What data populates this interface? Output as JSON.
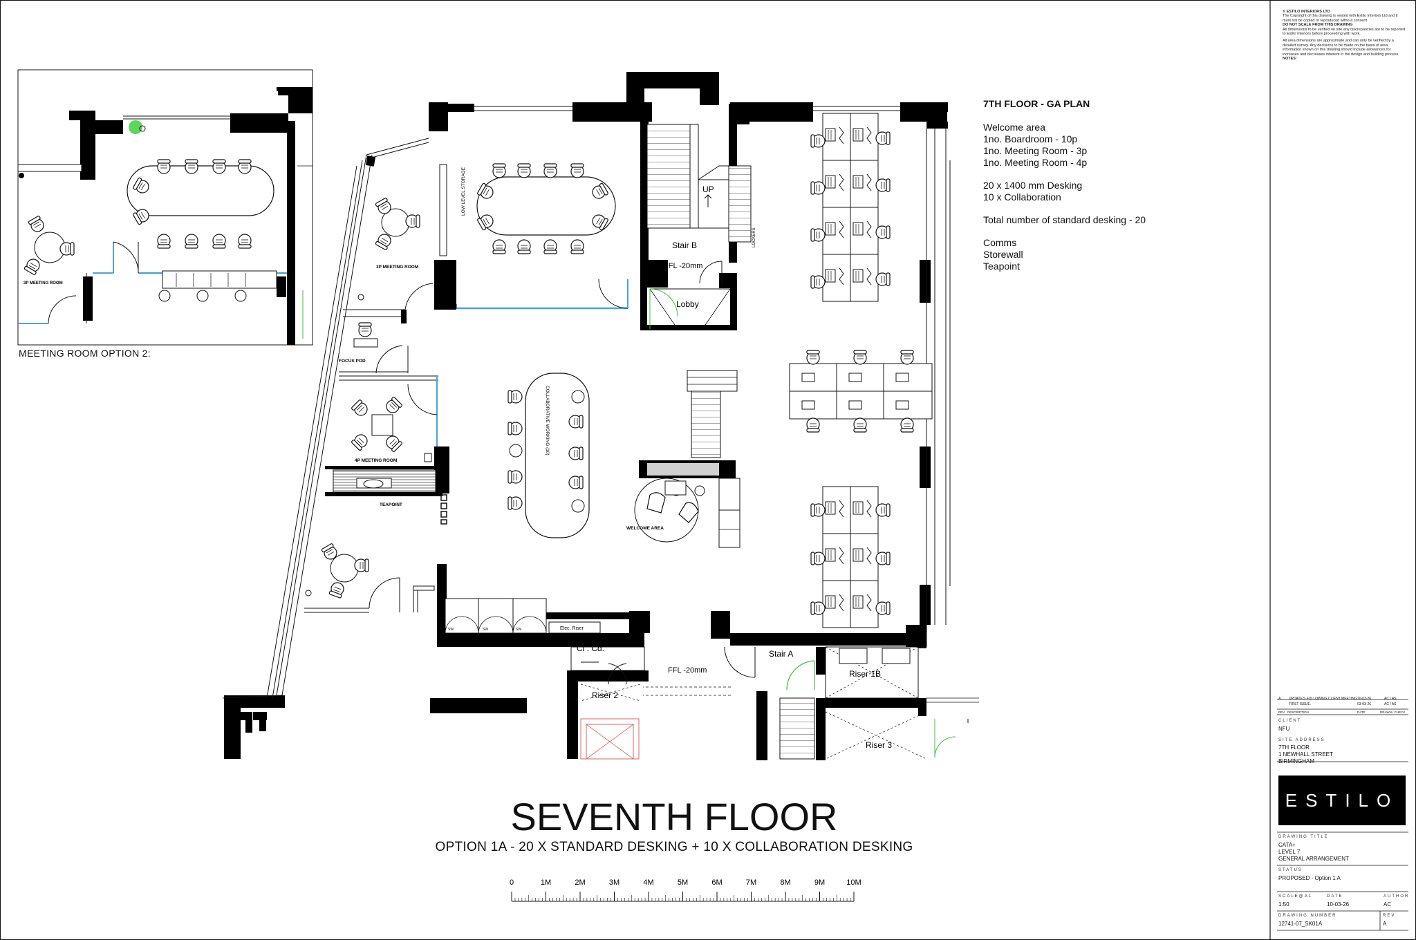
{
  "drawing": {
    "main_title": "SEVENTH FLOOR",
    "subtitle": "OPTION 1A - 20 X STANDARD DESKING + 10 X COLLABORATION DESKING",
    "inset_caption": "MEETING ROOM OPTION 2:"
  },
  "summary": {
    "heading": "7TH FLOOR - GA PLAN",
    "lines_group1": [
      "Welcome area",
      "1no. Boardroom - 10p",
      "1no. Meeting Room - 3p",
      "1no. Meeting Room - 4p"
    ],
    "lines_group2": [
      "20 x 1400 mm Desking",
      "10 x Collaboration"
    ],
    "lines_group3": [
      "Total number of standard desking - 20"
    ],
    "lines_group4": [
      "Comms",
      "Storewall",
      "Teapoint"
    ]
  },
  "room_labels": {
    "stair_b": "Stair B",
    "up": "UP",
    "ffl_top": "FFL -20mm",
    "lobby": "Lobby",
    "lockers": "LOCKERS",
    "low_level_storage": "LOW LEVEL STORAGE",
    "meeting_3p": "3P MEETING ROOM",
    "focus_pod": "FOCUS POD",
    "meeting_4p": "4P MEETING ROOM",
    "teapoint": "TEAPOINT",
    "collab": "COLLABORATIVE WORKING (10)",
    "welcome_area": "WELCOME AREA",
    "elec_riser": "Elec. Riser",
    "cl_cd": "Cl . Cd.",
    "ffl_bottom": "FFL -20mm",
    "stair_a": "Stair A",
    "riser_1b": "Riser 1B",
    "riser_2": "Riser 2",
    "riser_3": "Riser 3",
    "sw": "SW",
    "inset_meeting_3p": "3P MEETING ROOM"
  },
  "scale_bar": {
    "labels": [
      "0",
      "1M",
      "2M",
      "3M",
      "4M",
      "5M",
      "6M",
      "7M",
      "8M",
      "9M",
      "10M"
    ]
  },
  "notes": [
    "© ESTILO INTERIORS LTD",
    "The Copyright of this drawing is vested with Estilo Interiors Ltd and it must not be copied or reproduced without consent.",
    "DO NOT SCALE FROM THIS DRAWING",
    "All dimensions to be verified on site any discrepancies are to be reported to Estilo Interiors before proceeding with work.",
    "All area dimensions are approximate and can only be verified by a detailed survey. Any decisions to be made on the basis of area information shown on this drawing should include allowances for increases and decreases inherent in the design and building process",
    "NOTES:"
  ],
  "revisions": [
    {
      "rev": "A",
      "desc": "UPDATE'S FOLLOWING CLIENT MEETING",
      "date": "10-03-26",
      "by": "AC / AS"
    },
    {
      "rev": "-",
      "desc": "FIRST ISSUE.",
      "date": "03-03-26",
      "by": "AC / AS"
    }
  ],
  "revision_headers": {
    "rev": "REV",
    "desc": "DESCRIPTION",
    "date": "DATE",
    "by": "DRAWN / CHECK"
  },
  "title_block": {
    "client_label": "CLIENT",
    "client": "NFU",
    "site_label": "SITE ADDRESS",
    "site_lines": [
      "7TH FLOOR",
      "1 NEWHALL STREET",
      "BIRMINGHAM"
    ],
    "logo": "ESTILO",
    "drawing_title_label": "DRAWING TITLE",
    "drawing_title_lines": [
      "CATA+",
      "LEVEL 7",
      "GENERAL ARRANGEMENT"
    ],
    "status_label": "STATUS",
    "status": "PROPOSED - Option 1 A",
    "scale_label": "SCALE@A1",
    "scale": "1:50",
    "date_label": "DATE",
    "date": "10-03-26",
    "author_label": "AUTHOR",
    "author": "AC",
    "number_label": "DRAWING NUMBER",
    "number": "12741-07_SK01A",
    "rev_label": "REV",
    "rev": "A"
  },
  "colors": {
    "ink": "#111111",
    "glazing_blue": "#4aa3d8",
    "door_green": "#3bbf3b",
    "plant_green": "#33cc33",
    "riser_red": "#e06060",
    "logo_bg": "#000000"
  }
}
